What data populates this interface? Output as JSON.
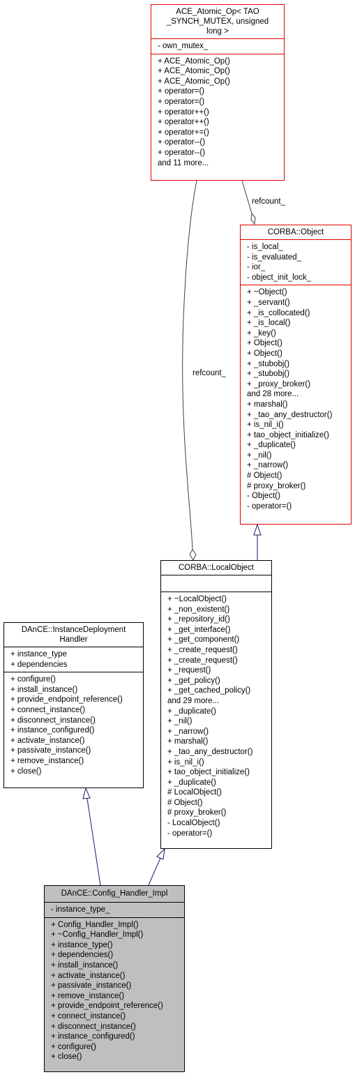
{
  "classes": {
    "ace_atomic_op": {
      "title": "ACE_Atomic_Op< TAO\n_SYNCH_MUTEX, unsigned\nlong >",
      "attributes": [
        "- own_mutex_"
      ],
      "methods": [
        "+ ACE_Atomic_Op()",
        "+ ACE_Atomic_Op()",
        "+ ACE_Atomic_Op()",
        "+ operator=()",
        "+ operator=()",
        "+ operator++()",
        "+ operator++()",
        "+ operator+=()",
        "+ operator--()",
        "+ operator--()",
        "and 11 more..."
      ]
    },
    "corba_object": {
      "title": "CORBA::Object",
      "attributes": [
        "- is_local_",
        "- is_evaluated_",
        "- ior_",
        "- object_init_lock_"
      ],
      "methods": [
        "+ ~Object()",
        "+ _servant()",
        "+ _is_collocated()",
        "+ _is_local()",
        "+ _key()",
        "+ Object()",
        "+ Object()",
        "+ _stubobj()",
        "+ _stubobj()",
        "+ _proxy_broker()",
        "and 28 more...",
        "+ marshal()",
        "+ _tao_any_destructor()",
        "+ is_nil_i()",
        "+ tao_object_initialize()",
        "+ _duplicate()",
        "+ _nil()",
        "+ _narrow()",
        "# Object()",
        "# proxy_broker()",
        "- Object()",
        "- operator=()"
      ]
    },
    "corba_localobject": {
      "title": "CORBA::LocalObject",
      "attributes": [],
      "methods": [
        "+ ~LocalObject()",
        "+ _non_existent()",
        "+ _repository_id()",
        "+ _get_interface()",
        "+ _get_component()",
        "+ _create_request()",
        "+ _create_request()",
        "+ _request()",
        "+ _get_policy()",
        "+ _get_cached_policy()",
        "and 29 more...",
        "+ _duplicate()",
        "+ _nil()",
        "+ _narrow()",
        "+ marshal()",
        "+ _tao_any_destructor()",
        "+ is_nil_i()",
        "+ tao_object_initialize()",
        "+ _duplicate()",
        "# LocalObject()",
        "# Object()",
        "# proxy_broker()",
        "- LocalObject()",
        "- operator=()"
      ]
    },
    "instance_deployment_handler": {
      "title": "DAnCE::InstanceDeployment\nHandler",
      "attributes": [
        "+ instance_type",
        "+ dependencies"
      ],
      "methods": [
        "+ configure()",
        "+ install_instance()",
        "+ provide_endpoint_reference()",
        "+ connect_instance()",
        "+ disconnect_instance()",
        "+ instance_configured()",
        "+ activate_instance()",
        "+ passivate_instance()",
        "+ remove_instance()",
        "+ close()"
      ]
    },
    "config_handler_impl": {
      "title": "DAnCE::Config_Handler_Impl",
      "attributes": [
        "- instance_type_"
      ],
      "methods": [
        "+ Config_Handler_Impl()",
        "+ ~Config_Handler_Impl()",
        "+ instance_type()",
        "+ dependencies()",
        "+ install_instance()",
        "+ activate_instance()",
        "+ passivate_instance()",
        "+ remove_instance()",
        "+ provide_endpoint_reference()",
        "+ connect_instance()",
        "+ disconnect_instance()",
        "+ instance_configured()",
        "+ configure()",
        "+ close()"
      ]
    }
  },
  "edges": {
    "refcount_to_object": "refcount_",
    "refcount_to_localobject": "refcount_"
  },
  "colors": {
    "border_highlight": "#e00000",
    "inheritance_arrow": "#1a1a6e",
    "association_line": "#404040",
    "focus_fill": "#bfbfbf"
  }
}
